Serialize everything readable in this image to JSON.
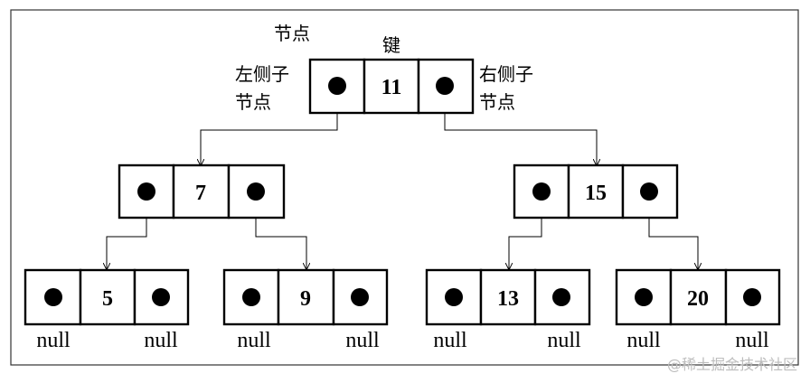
{
  "labels": {
    "node": "节点",
    "key": "键",
    "left_child_line1": "左侧子",
    "left_child_line2": "节点",
    "right_child_line1": "右侧子",
    "right_child_line2": "节点"
  },
  "tree": {
    "root": {
      "key": "11",
      "left": {
        "key": "7",
        "left": {
          "key": "5",
          "left": "null",
          "right": "null"
        },
        "right": {
          "key": "9",
          "left": "null",
          "right": "null"
        }
      },
      "right": {
        "key": "15",
        "left": {
          "key": "13",
          "left": "null",
          "right": "null"
        },
        "right": {
          "key": "20",
          "left": "null",
          "right": "null"
        }
      }
    }
  },
  "watermark": "@稀土掘金技术社区"
}
